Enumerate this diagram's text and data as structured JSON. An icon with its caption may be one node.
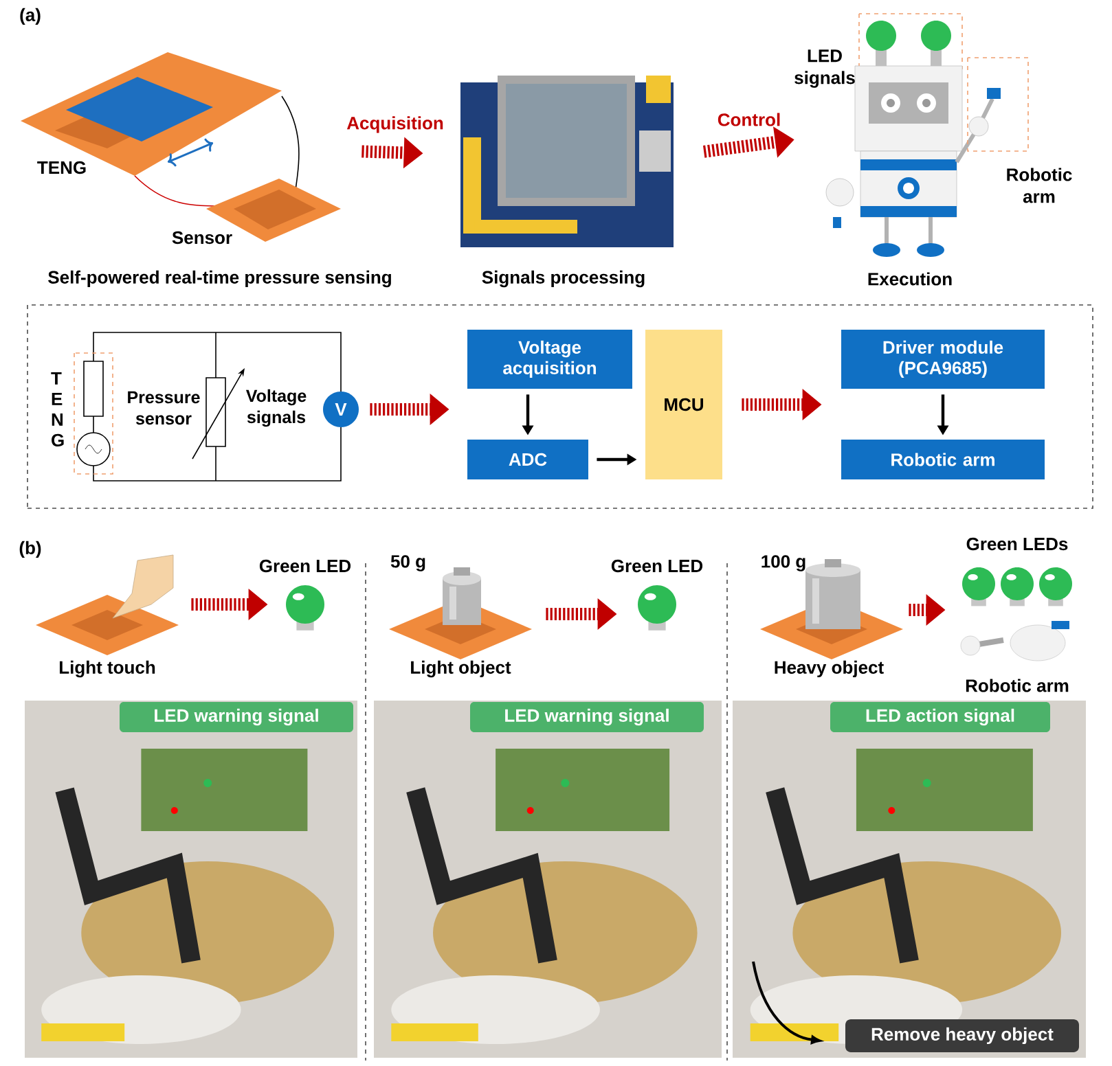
{
  "diagram": {
    "nodes": [
      {
        "text": [],
        "shape": "picture",
        "beside": [
          "Self-powered real-time pressure sensing"
        ]
      },
      {
        "text": [],
        "shape": "picture",
        "beside": [
          "Signals processing"
        ]
      },
      {
        "text": [],
        "shape": "picture",
        "beside": [
          "Execution"
        ]
      },
      {
        "text": [],
        "shape": "box"
      },
      {
        "text": [],
        "shape": "picture",
        "in": 3,
        "beside": [
          "T E N G"
        ]
      },
      {
        "text": [
          "V"
        ],
        "in": 3
      },
      {
        "text": [
          "Voltage acquisition"
        ],
        "in": 3
      },
      {
        "text": [
          "ADC"
        ],
        "in": 3
      },
      {
        "text": [
          "MCU"
        ],
        "in": 3
      },
      {
        "text": [
          "Driver module (PCA9685)"
        ],
        "in": 3
      },
      {
        "text": [
          "Robotic arm"
        ],
        "in": 3
      },
      {
        "text": [],
        "shape": "picture",
        "beside": [
          "Light touch"
        ]
      },
      {
        "text": [],
        "shape": "picture",
        "beside": [
          "Green LED"
        ]
      },
      {
        "text": [],
        "shape": "picture",
        "beside": [
          "50 g",
          "Light object"
        ]
      },
      {
        "text": [],
        "shape": "picture",
        "beside": [
          "Green LED"
        ]
      },
      {
        "text": [],
        "shape": "picture",
        "beside": [
          "100 g",
          "Heavy object"
        ]
      },
      {
        "text": [],
        "shape": "picture",
        "beside": [
          "Green LEDs",
          "Robotic arm"
        ]
      },
      {
        "text": [],
        "shape": "picture"
      },
      {
        "text": [
          "LED warning signal"
        ],
        "in": 17
      },
      {
        "text": [],
        "shape": "picture"
      },
      {
        "text": [
          "LED warning signal"
        ],
        "in": 19
      },
      {
        "text": [],
        "shape": "picture"
      },
      {
        "text": [
          "LED action signal"
        ],
        "in": 21
      },
      {
        "text": [
          "Remove heavy object"
        ],
        "in": 21
      }
    ],
    "edges": [
      {
        "from": 0,
        "to": 1,
        "arrow": "to",
        "label": "Acquisition",
        "style": "dashed"
      },
      {
        "from": 1,
        "to": 2,
        "arrow": "to",
        "label": "Control",
        "style": "dashed"
      },
      {
        "from": 5,
        "to": 6,
        "arrow": "to",
        "style": "dashed"
      },
      {
        "from": 6,
        "to": 7,
        "arrow": "to",
        "color": "#000000"
      },
      {
        "from": 7,
        "to": 8,
        "arrow": "to",
        "color": "#000000"
      },
      {
        "from": 8,
        "to": 9,
        "arrow": "to",
        "style": "dashed"
      },
      {
        "from": 9,
        "to": 10,
        "arrow": "to",
        "color": "#000000"
      },
      {
        "from": 11,
        "to": 12,
        "arrow": "to",
        "style": "dashed"
      },
      {
        "from": 13,
        "to": 14,
        "arrow": "to",
        "style": "dashed"
      },
      {
        "from": 15,
        "to": 16,
        "arrow": "to",
        "style": "dashed"
      }
    ],
    "labels": [
      "(a)",
      "TENG",
      "Sensor",
      "LED signals",
      "Robotic arm",
      "Pressure sensor",
      "Voltage signals",
      "(b)"
    ]
  }
}
